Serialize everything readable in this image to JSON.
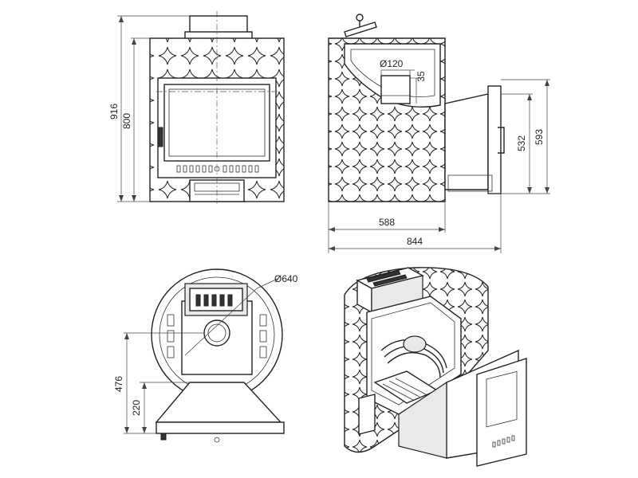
{
  "dimensions": {
    "front_height_total": "916",
    "front_height_body": "800",
    "side_flue_diameter": "Ø120",
    "side_flue_offset": "35",
    "side_height_tunnel": "532",
    "side_height_total": "593",
    "side_depth_body": "588",
    "side_depth_total": "844",
    "top_diameter": "Ø640",
    "top_height_flue": "476",
    "top_height_base": "220"
  },
  "colors": {
    "line": "#222222",
    "panel": "#e9e9e9",
    "background": "#ffffff"
  }
}
